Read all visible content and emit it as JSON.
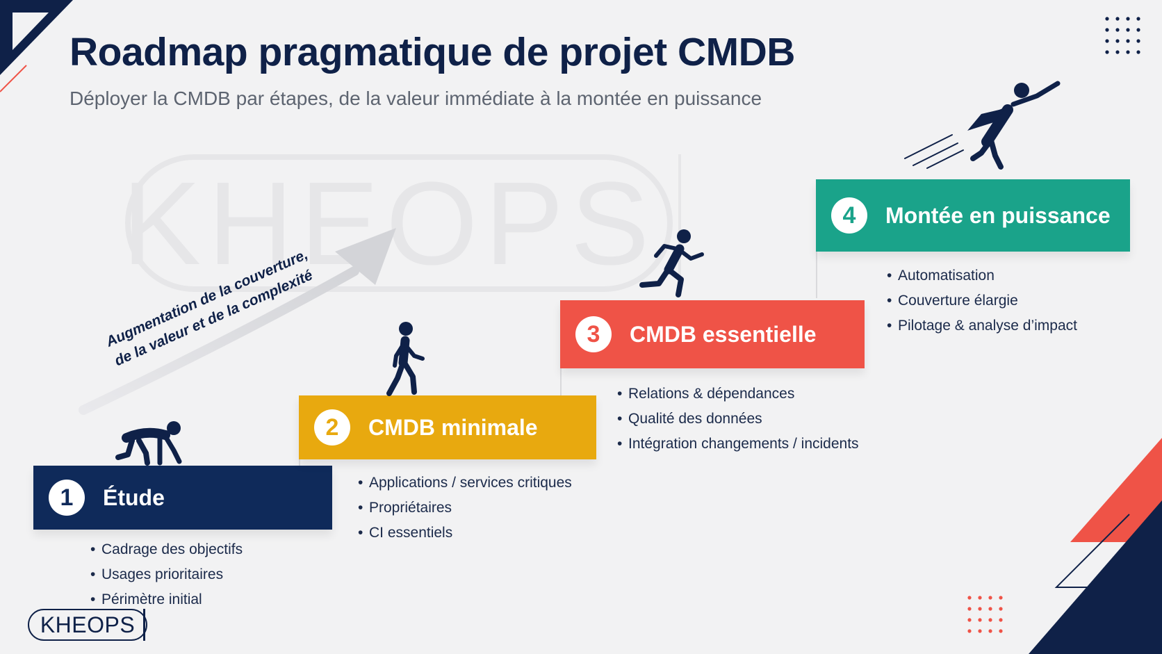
{
  "header": {
    "title": "Roadmap pragmatique de projet CMDB",
    "subtitle": "Déployer la CMDB par étapes, de la valeur immédiate à la montée en puissance"
  },
  "trend_label": {
    "line1": "Augmentation de la couverture,",
    "line2": "de la valeur et de la complexité"
  },
  "steps": [
    {
      "number": "1",
      "title": "Étude",
      "color": "#0f2a5a",
      "bullets": [
        "Cadrage des objectifs",
        "Usages prioritaires",
        "Périmètre initial"
      ]
    },
    {
      "number": "2",
      "title": "CMDB minimale",
      "color": "#e8a90f",
      "bullets": [
        "Applications / services critiques",
        "Propriétaires",
        "CI essentiels"
      ]
    },
    {
      "number": "3",
      "title": "CMDB essentielle",
      "color": "#ef5347",
      "bullets": [
        "Relations & dépendances",
        "Qualité des données",
        "Intégration changements / incidents"
      ]
    },
    {
      "number": "4",
      "title": "Montée en puissance",
      "color": "#1aa38a",
      "bullets": [
        "Automatisation",
        "Couverture élargie",
        "Pilotage & analyse d’impact"
      ]
    }
  ],
  "figures": [
    "crawling-figure-icon",
    "walking-figure-icon",
    "running-figure-icon",
    "flying-figure-icon"
  ],
  "logo": {
    "text": "KHEOPS"
  },
  "colors": {
    "navy": "#0f2148",
    "red": "#ef5347",
    "teal": "#1aa38a",
    "yellow": "#e8a90f"
  }
}
